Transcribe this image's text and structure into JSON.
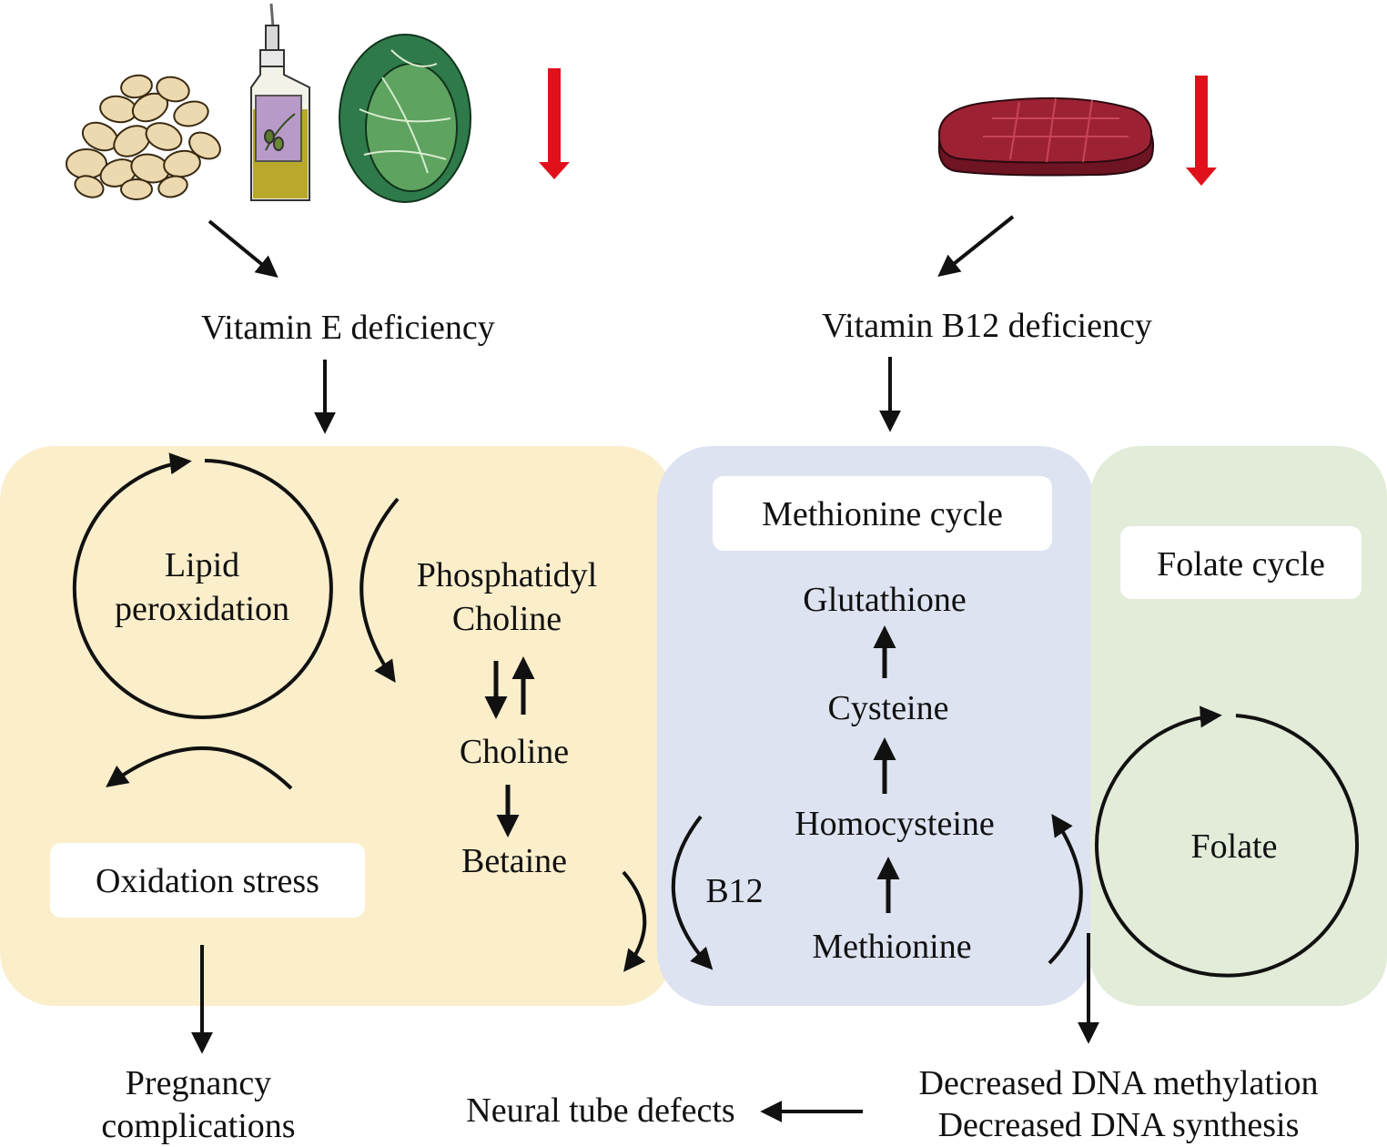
{
  "colors": {
    "panel_vitamin_e": "#fbeecb",
    "panel_methionine": "#dde3f1",
    "panel_folate": "#e2ecd9",
    "arrow": "#111111",
    "down_arrow": "#e0111b",
    "meat": "#8c1a2b",
    "oil": "#b9a82b",
    "cabbage": "#2f7a4a",
    "seeds": "#ecd9b0"
  },
  "icons": {
    "food_1": "seeds-icon",
    "food_2": "oil-bottle-icon",
    "food_3": "cabbage-icon",
    "food_4": "meat-icon",
    "decrease": "red-down-arrow-icon"
  },
  "labels": {
    "vitamin_e_deficiency": "Vitamin E deficiency",
    "vitamin_b12_deficiency": "Vitamin B12 deficiency",
    "lipid_line1": "Lipid",
    "lipid_line2": "peroxidation",
    "phosphatidyl_line1": "Phosphatidyl",
    "phosphatidyl_line2": "Choline",
    "choline": "Choline",
    "betaine": "Betaine",
    "oxidation_stress": "Oxidation stress",
    "methionine_cycle": "Methionine cycle",
    "glutathione": "Glutathione",
    "cysteine": "Cysteine",
    "homocysteine": "Homocysteine",
    "b12": "B12",
    "methionine": "Methionine",
    "folate_cycle": "Folate cycle",
    "folate": "Folate",
    "pregnancy_line1": "Pregnancy",
    "pregnancy_line2": "complications",
    "neural_tube_defects": "Neural tube defects",
    "decreased_methylation": "Decreased DNA methylation",
    "decreased_synthesis": "Decreased DNA synthesis"
  }
}
